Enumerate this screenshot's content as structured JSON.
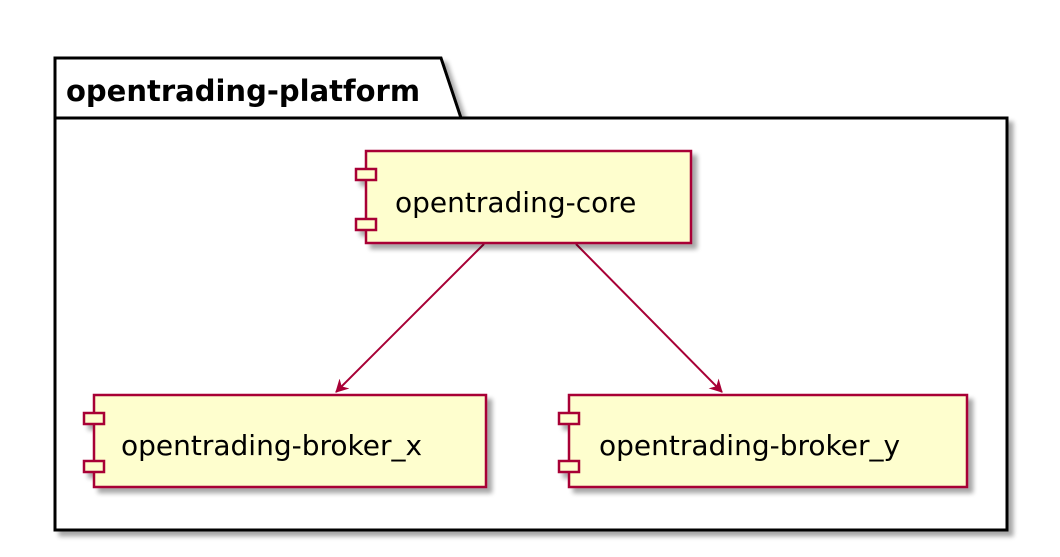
{
  "package": {
    "title": "opentrading-platform"
  },
  "components": [
    {
      "id": "core",
      "label": "opentrading-core"
    },
    {
      "id": "broker_x",
      "label": "opentrading-broker_x"
    },
    {
      "id": "broker_y",
      "label": "opentrading-broker_y"
    }
  ],
  "dependencies": [
    {
      "from": "core",
      "to": "broker_x"
    },
    {
      "from": "core",
      "to": "broker_y"
    }
  ],
  "colors": {
    "component_fill": "#FEFECE",
    "component_border": "#A80036",
    "arrow": "#A80036",
    "package_border": "#000000",
    "shadow": "#C8C8C8"
  }
}
